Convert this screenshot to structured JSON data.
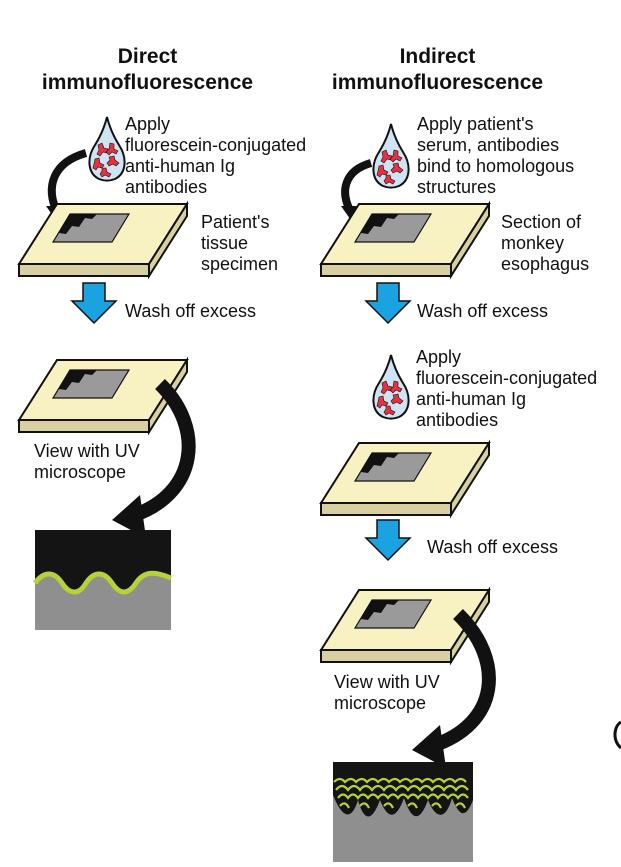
{
  "direct": {
    "title": "Direct\nimmunofluorescence",
    "apply": "Apply\nfluorescein-conjugated\nanti-human Ig\nantibodies",
    "specimen": "Patient's\ntissue\nspecimen",
    "wash": "Wash off excess",
    "view": "View with UV\nmicroscope"
  },
  "indirect": {
    "title": "Indirect\nimmunofluorescence",
    "apply_serum": "Apply patient's\nserum, antibodies\nbind to homologous\nstructures",
    "section": "Section of\nmonkey\nesophagus",
    "wash1": "Wash off excess",
    "apply_conjugate": "Apply\nfluorescein-conjugated\nanti-human Ig\nantibodies",
    "wash2": "Wash off excess",
    "view": "View with UV\nmicroscope"
  },
  "colors": {
    "slide_top": "#f8f1c2",
    "slide_side": "#d8cfa3",
    "arrow_blue": "#1aa3e0",
    "fluorescein": "#b5d334",
    "tissue_gray": "#8f8f8f",
    "antibody_red": "#e53240"
  }
}
